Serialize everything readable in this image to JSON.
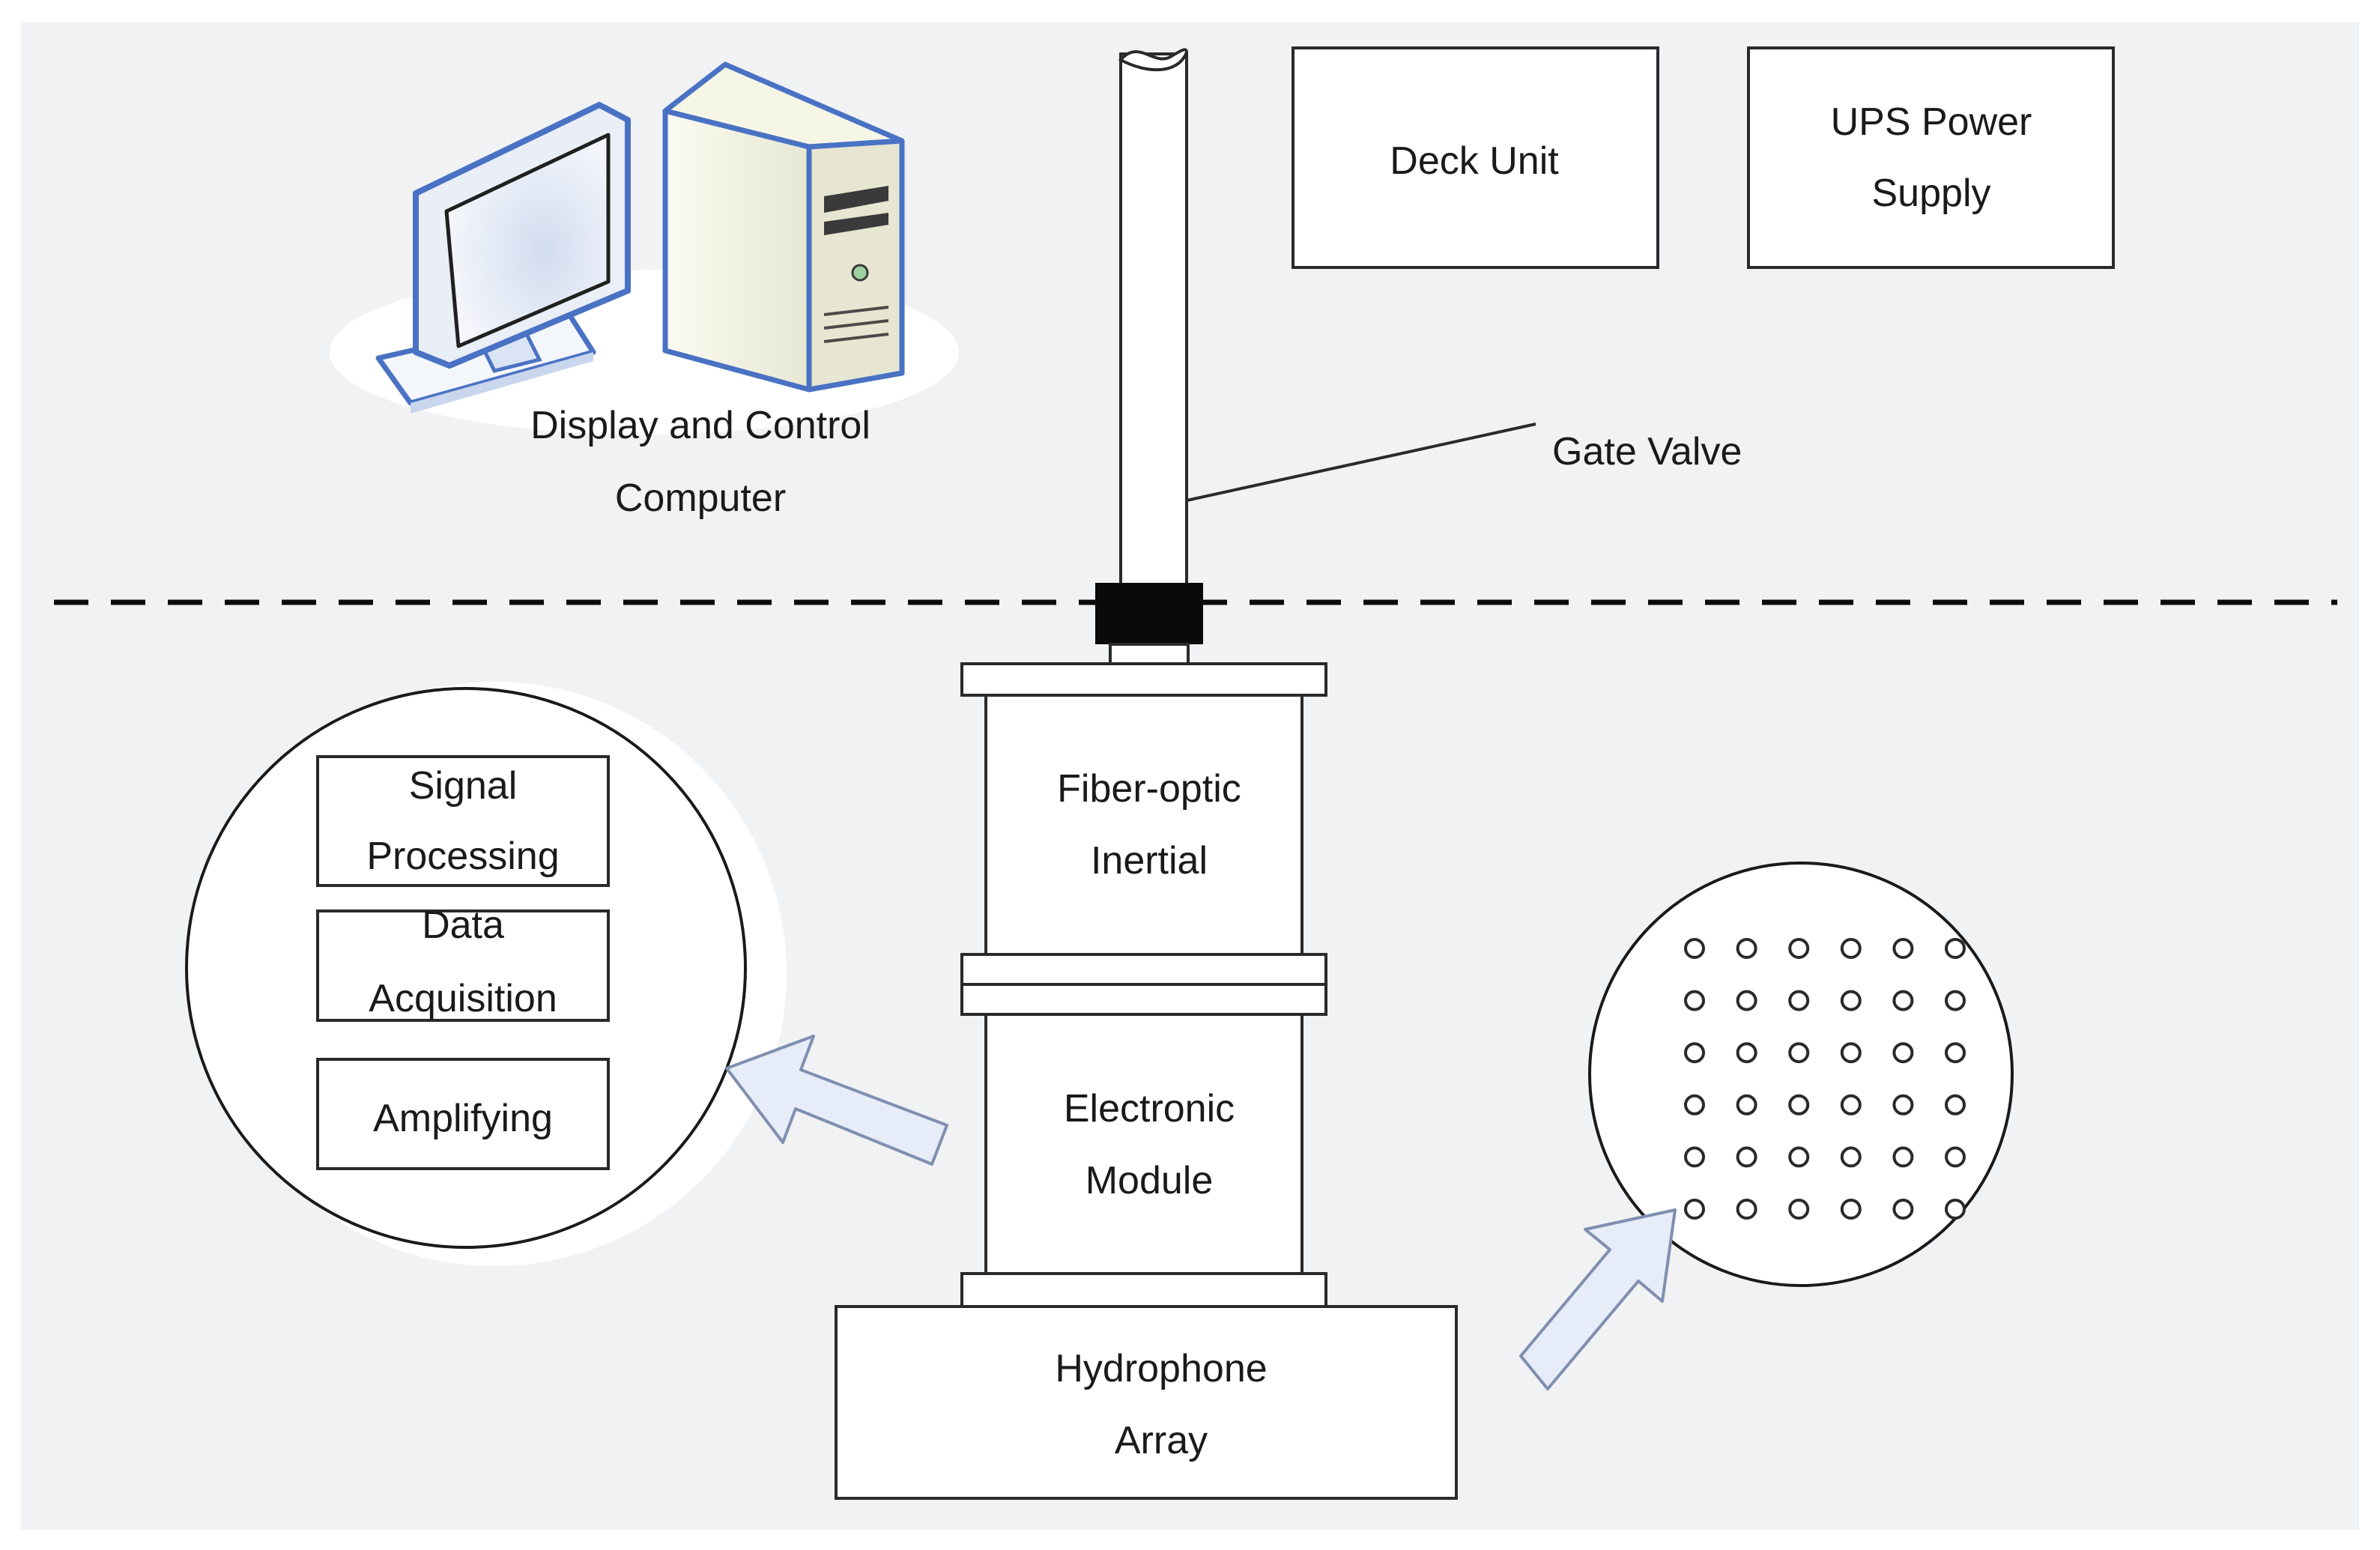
{
  "topside": {
    "computer_label_line1": "Display and Control",
    "computer_label_line2": "Computer",
    "deck_unit_label": "Deck Unit",
    "ups_label_line1": "UPS Power",
    "ups_label_line2": "Supply",
    "gate_valve_label": "Gate Valve"
  },
  "downhole": {
    "fiber_optic_line1": "Fiber-optic",
    "fiber_optic_line2": "Inertial",
    "electronic_line1": "Electronic",
    "electronic_line2": "Module",
    "hydrophone_line1": "Hydrophone",
    "hydrophone_line2": "Array"
  },
  "electronics_detail": {
    "signal_processing_line1": "Signal",
    "signal_processing_line2": "Processing",
    "data_acquisition_line1": "Data",
    "data_acquisition_line2": "Acquisition",
    "amplifying": "Amplifying"
  },
  "hydrophone_detail": {
    "grid_rows": 6,
    "grid_cols": 6
  },
  "colors": {
    "background": "#f1f2f4",
    "computer_outline": "#4a72c4",
    "arrow_fill": "#e7edf8",
    "arrow_stroke": "#7f8fb0",
    "connector": "#0a0a0a"
  }
}
